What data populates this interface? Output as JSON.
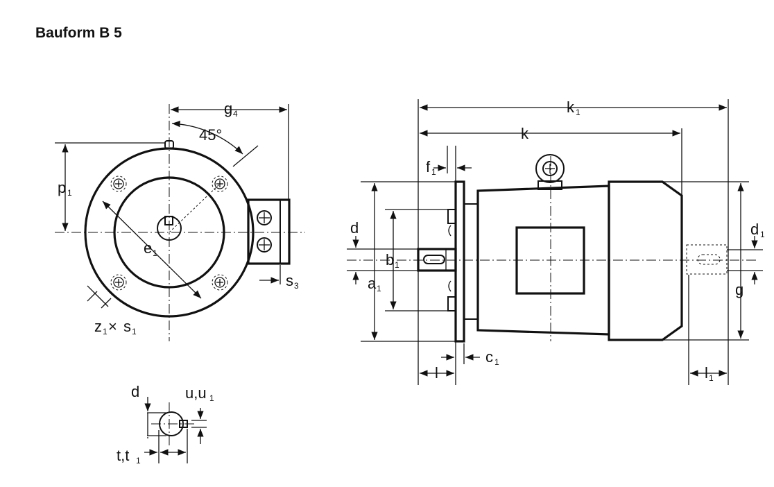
{
  "title": "Bauform B 5",
  "labels": {
    "g4": "g",
    "g4_sub": "4",
    "angle": "45°",
    "p1": "p",
    "p1_sub": "1",
    "e1": "e",
    "e1_sub": "1",
    "s3": "s",
    "s3_sub": "3",
    "z1": "z",
    "z1_sub": "1",
    "times": "×",
    "s1": "s",
    "s1_sub": "1",
    "k1": "k",
    "k1_sub": "1",
    "k": "k",
    "f1": "f",
    "f1_sub": "1",
    "d": "d",
    "b1": "b",
    "b1_sub": "1",
    "a1": "a",
    "a1_sub": "1",
    "c1": "c",
    "c1_sub": "1",
    "l": "l",
    "l1": "l",
    "l1_sub": "1",
    "d1": "d",
    "d1_sub": "1",
    "g": "g",
    "shaft_d": "d",
    "uu1": "u,u",
    "uu1_sub": "1",
    "tt1": "t,t",
    "tt1_sub": "1"
  }
}
